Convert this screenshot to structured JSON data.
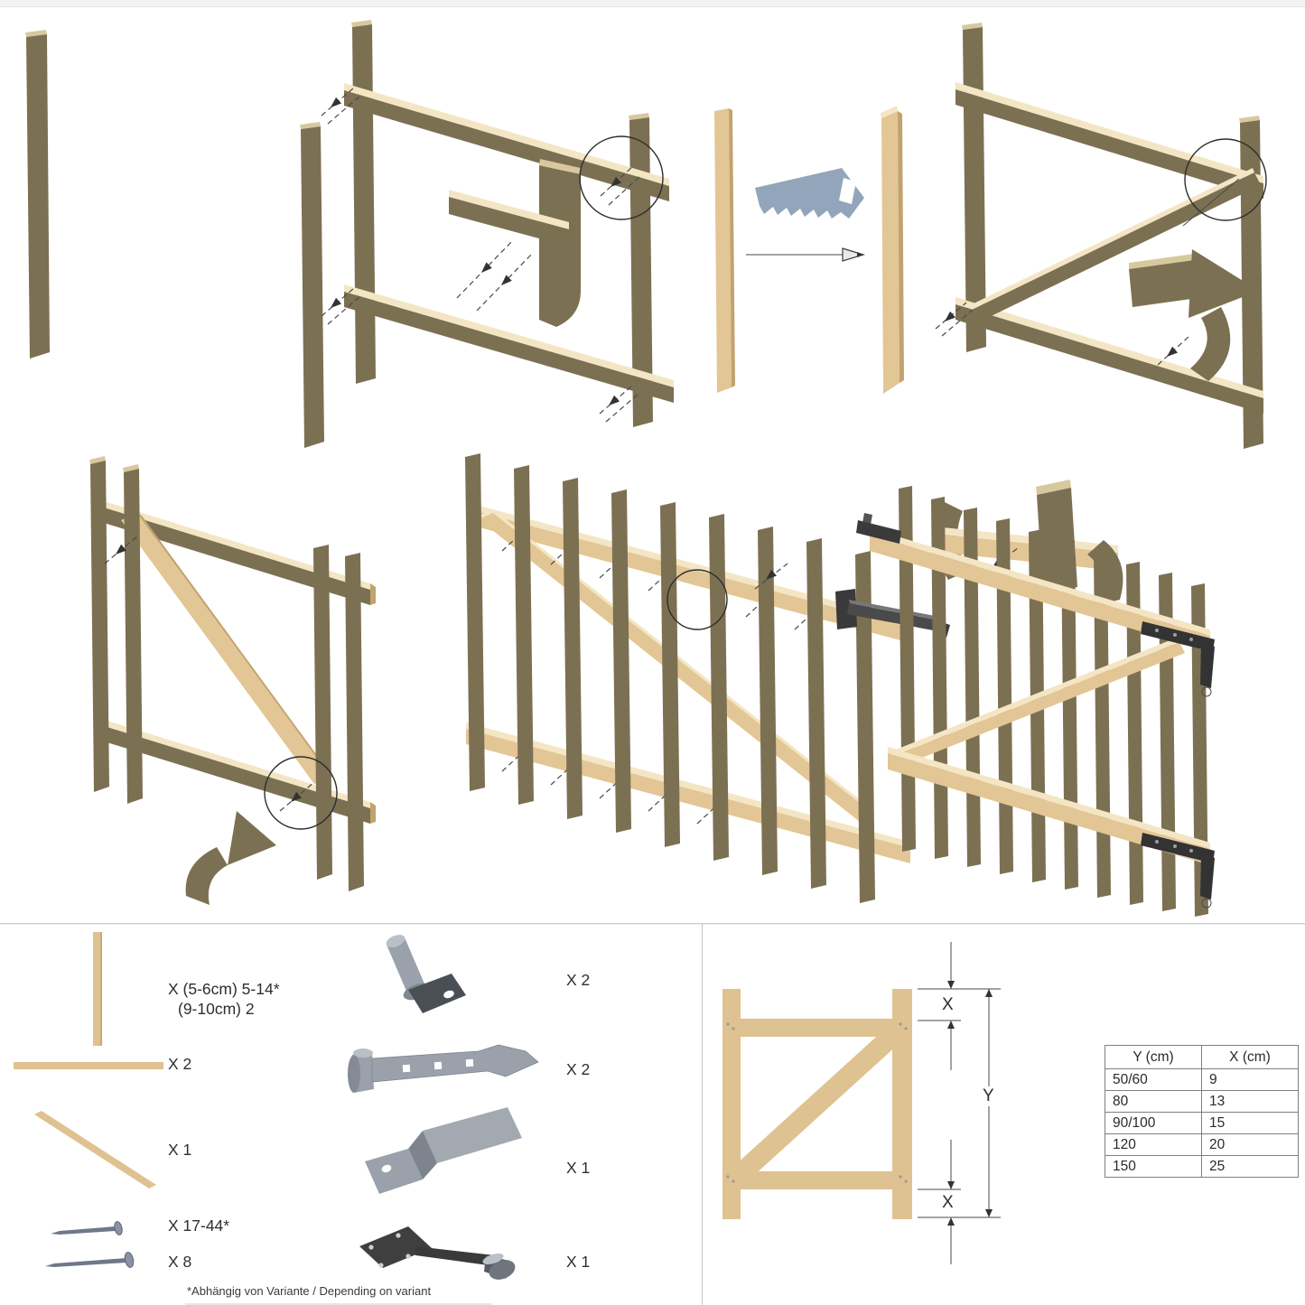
{
  "document": {
    "kind": "wooden picket gate assembly instructions",
    "language": "German / English"
  },
  "parts_list": {
    "wood": {
      "picket_qty_line1": "X (5-6cm) 5-14*",
      "picket_qty_line2": "(9-10cm) 2",
      "rail_qty": "X 2",
      "brace_qty": "X 1",
      "nail_short_qty": "X 17-44*",
      "nail_long_qty": "X 8"
    },
    "hardware": {
      "hinge_pin_qty": "X 2",
      "strap_hinge_qty": "X 2",
      "latch_keeper_qty": "X 1",
      "latch_handle_qty": "X 1"
    },
    "footnote": "*Abhängig von Variante / Depending on variant"
  },
  "dimension_diagram": {
    "x_top_label": "X",
    "y_label": "Y",
    "x_bottom_label": "X"
  },
  "dimension_table": {
    "headers": [
      "Y (cm)",
      "X (cm)"
    ],
    "rows": [
      {
        "y": "50/60",
        "x": "9"
      },
      {
        "y": "80",
        "x": "13"
      },
      {
        "y": "90/100",
        "x": "15"
      },
      {
        "y": "120",
        "x": "20"
      },
      {
        "y": "150",
        "x": "25"
      }
    ]
  },
  "icons": {
    "saw": "hand-saw-icon",
    "step_arrow": "right-arrow-icon",
    "detail_circle": "detail-circle",
    "nail": "nail-icon",
    "hinge_pin": "hinge-pin-icon",
    "strap_hinge": "strap-hinge-icon",
    "latch_keeper": "latch-keeper-icon",
    "latch_handle": "latch-handle-icon"
  },
  "colors": {
    "wood_dark": "#7C7053",
    "wood_dark_top": "#D8C89E",
    "wood_light": "#E3C695",
    "wood_light_top": "#F4E6C4",
    "hardware_gray": "#9AA1AA",
    "hardware_black": "#3F3F3F",
    "saw_blue": "#93A5BA",
    "divider_gray": "#C9CDD3"
  }
}
